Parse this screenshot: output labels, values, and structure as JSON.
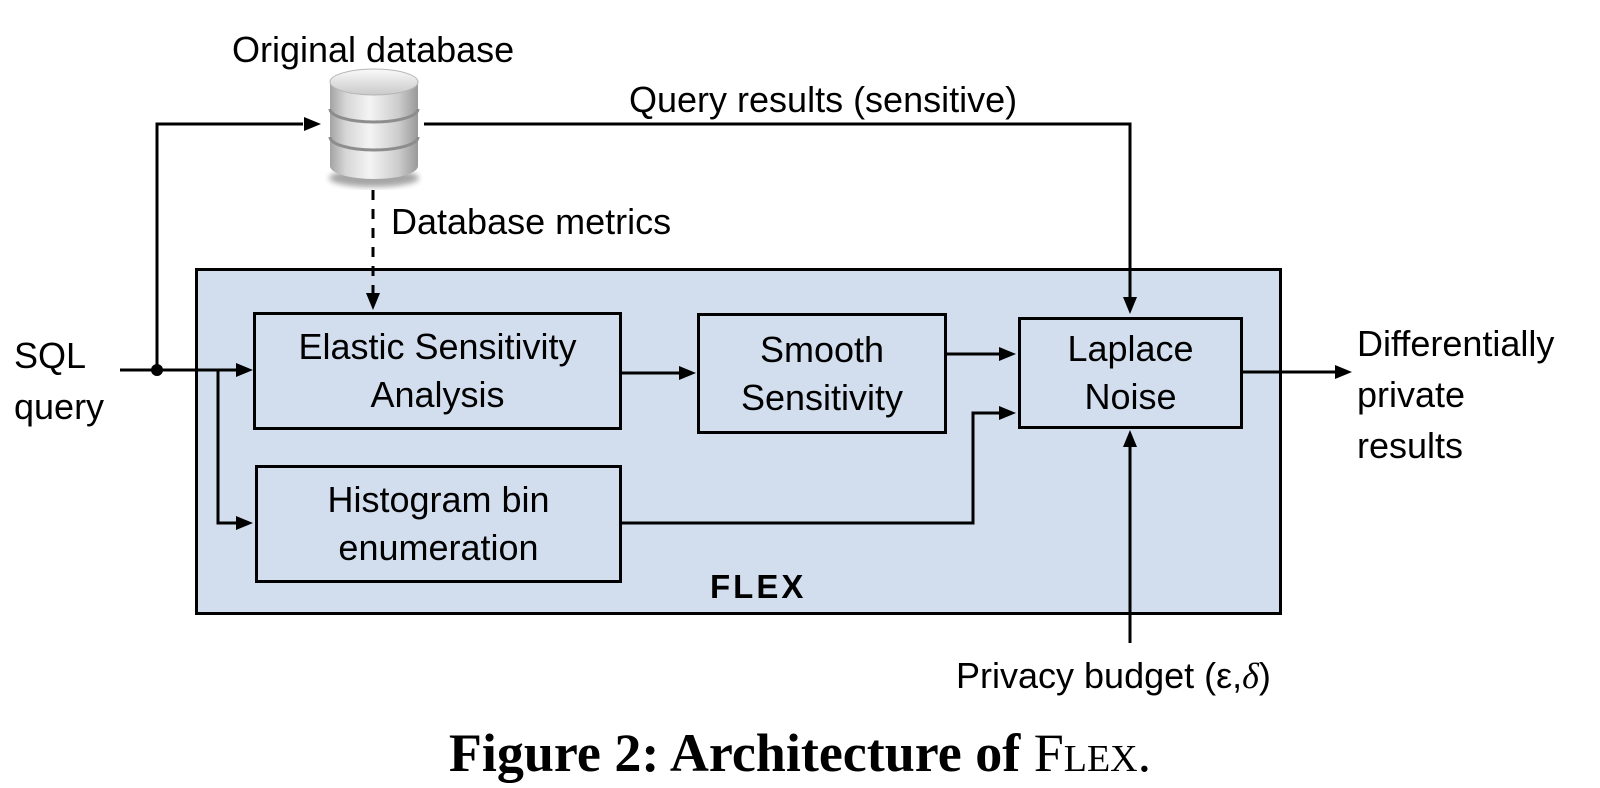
{
  "labels": {
    "original_database": "Original database",
    "query_results": "Query results (sensitive)",
    "database_metrics": "Database metrics",
    "sql_query": "SQL\nquery",
    "differentially_private": "Differentially\nprivate\nresults",
    "privacy_budget_prefix": "Privacy budget (ε,",
    "privacy_budget_delta": "δ",
    "privacy_budget_suffix": ")"
  },
  "flex_box": {
    "label": "FLEX"
  },
  "nodes": {
    "elastic": {
      "label": "Elastic Sensitivity\nAnalysis"
    },
    "smooth": {
      "label": "Smooth\nSensitivity"
    },
    "laplace": {
      "label": "Laplace\nNoise"
    },
    "histogram": {
      "label": "Histogram bin\nenumeration"
    }
  },
  "icons": {
    "database": "database-cylinder-icon"
  },
  "colors": {
    "flex_fill": "#d2deee",
    "node_fill": "#d2deee",
    "line": "#000000",
    "text": "#000000"
  },
  "caption": {
    "prefix": "Figure 2: Architecture of ",
    "flex_smallcaps": "Flex",
    "suffix": "."
  }
}
